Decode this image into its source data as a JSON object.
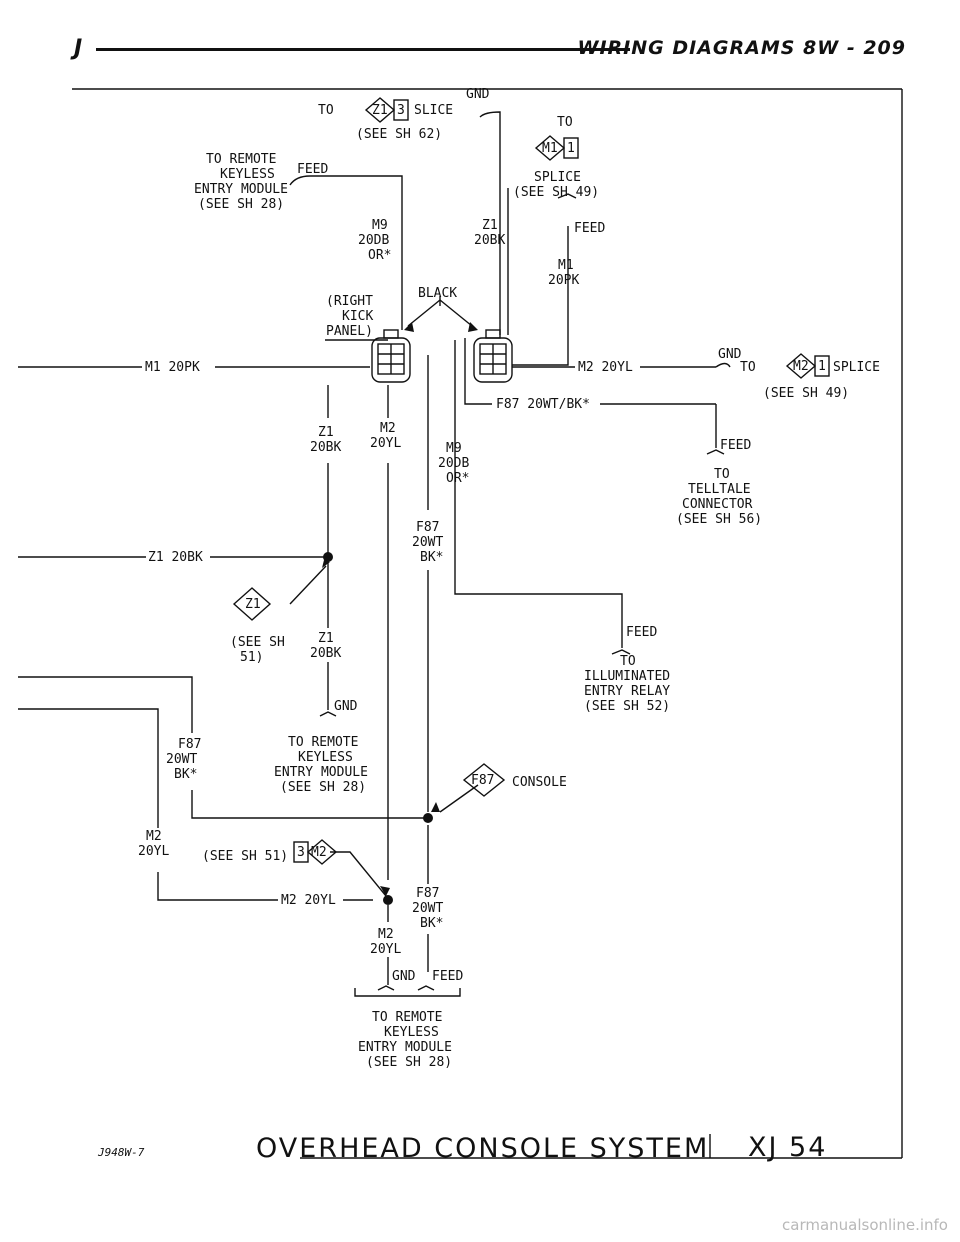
{
  "header": {
    "letter": "J",
    "title": "WIRING DIAGRAMS   8W - 209"
  },
  "labels": {
    "to_top": "TO",
    "splice_z13": "SLICE",
    "z1_3_a": "Z1",
    "z1_3_b": "3",
    "gnd_top": "GND",
    "see_sh62": "(SEE SH 62)",
    "to_right_top": "TO",
    "m1_1_a": "M1",
    "m1_1_b": "1",
    "remote_1": "TO REMOTE",
    "remote_2": "KEYLESS",
    "remote_3": "ENTRY MODULE",
    "remote_4": "(SEE SH 28)",
    "feed_top": "FEED",
    "splice_1": "SPLICE",
    "splice_2": "(SEE SH 49)",
    "m9_1": "M9",
    "m9_2": "20DB",
    "m9_3": "OR*",
    "z1_1": "Z1",
    "z1_2": "20BK",
    "feed_m1": "FEED",
    "m1_a": "M1",
    "m1_b": "20PK",
    "kick_1": "(RIGHT",
    "kick_2": "KICK",
    "kick_3": "PANEL)",
    "black": "BLACK",
    "m1_20pk": "M1 20PK",
    "m2_20yl": "M2 20YL",
    "gnd_right": "GND",
    "to_m2": "TO",
    "m2_1_a": "M2",
    "m2_1_b": "1",
    "splice_m2": "SPLICE",
    "see_sh49": "(SEE SH 49)",
    "f87_line": "F87 20WT/BK*",
    "z1b_1": "Z1",
    "z1b_2": "20BK",
    "m2b_1": "M2",
    "m2b_2": "20YL",
    "m9b_1": "M9",
    "m9b_2": "20DB",
    "m9b_3": "OR*",
    "feed_tell": "FEED",
    "tell_1": "TO",
    "tell_2": "TELLTALE",
    "tell_3": "CONNECTOR",
    "tell_4": "(SEE SH 56)",
    "f87b_1": "F87",
    "f87b_2": "20WT",
    "f87b_3": "BK*",
    "z1_20bk": "Z1 20BK",
    "z1_diamond": "Z1",
    "see51_1": "(SEE SH",
    "see51_2": "51)",
    "z1c_1": "Z1",
    "z1c_2": "20BK",
    "feed_illum": "FEED",
    "illum_1": "TO",
    "illum_2": "ILLUMINATED",
    "illum_3": "ENTRY RELAY",
    "illum_4": "(SEE SH 52)",
    "gnd_mid": "GND",
    "f87c_1": "F87",
    "f87c_2": "20WT",
    "f87c_3": "BK*",
    "rem2_1": "TO REMOTE",
    "rem2_2": "KEYLESS",
    "rem2_3": "ENTRY MODULE",
    "rem2_4": "(SEE SH 28)",
    "f87_diamond": "F87",
    "console": "CONSOLE",
    "m2c_1": "M2",
    "m2c_2": "20YL",
    "see51b": "(SEE SH 51)",
    "m2_3_a": "3",
    "m2_3_b": "M2",
    "m2_20yl_b": "M2 20YL",
    "f87d_1": "F87",
    "f87d_2": "20WT",
    "f87d_3": "BK*",
    "m2d_1": "M2",
    "m2d_2": "20YL",
    "gnd_bot": "GND",
    "feed_bot": "FEED",
    "rem3_1": "TO REMOTE",
    "rem3_2": "KEYLESS",
    "rem3_3": "ENTRY MODULE",
    "rem3_4": "(SEE SH 28)"
  },
  "footer": {
    "code": "J948W-7",
    "title": "OVERHEAD CONSOLE SYSTEM",
    "page": "XJ 54"
  },
  "watermark": "carmanualsonline.info"
}
